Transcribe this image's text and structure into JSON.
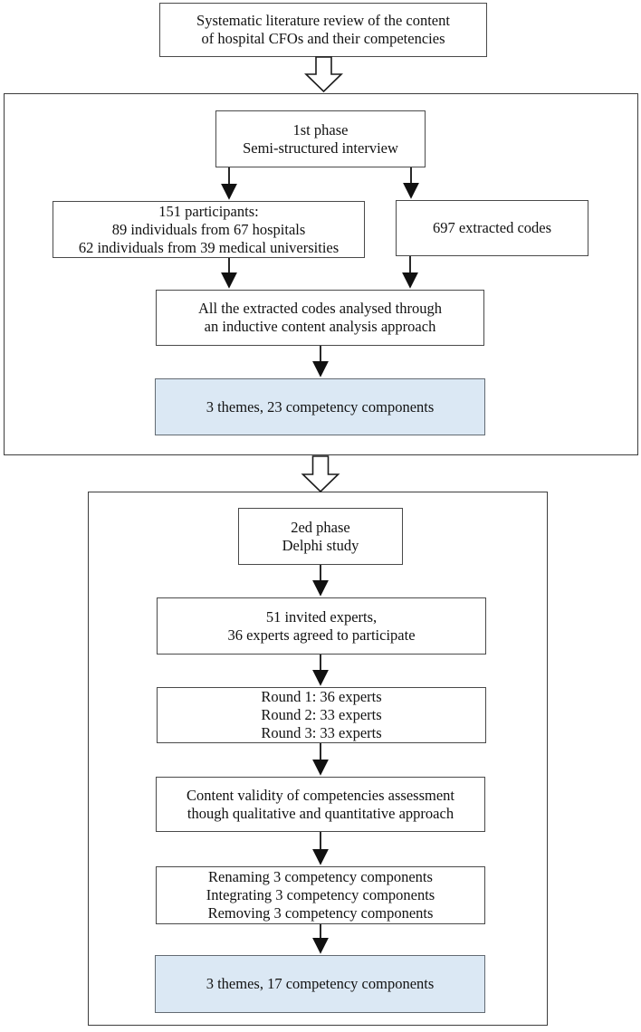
{
  "colors": {
    "highlight_fill": "#dbe8f4",
    "box_border": "#4a4a4a",
    "container_border": "#3d3d3d",
    "text": "#121212",
    "background": "#ffffff"
  },
  "top_box": {
    "lines": [
      "Systematic literature review of the content",
      "of hospital CFOs and their competencies"
    ]
  },
  "phase1": {
    "title_box": {
      "lines": [
        "1st phase",
        "Semi-structured interview"
      ]
    },
    "participants_box": {
      "lines": [
        "151 participants:",
        "89 individuals from 67 hospitals",
        "62 individuals from 39 medical universities"
      ]
    },
    "codes_box": {
      "lines": [
        "697 extracted codes"
      ]
    },
    "analysis_box": {
      "lines": [
        "All the extracted codes analysed through",
        "an inductive content analysis approach"
      ]
    },
    "result_box": {
      "lines": [
        "3 themes, 23 competency components"
      ]
    }
  },
  "phase2": {
    "title_box": {
      "lines": [
        "2ed phase",
        "Delphi study"
      ]
    },
    "experts_box": {
      "lines": [
        "51 invited experts,",
        "36 experts agreed to participate"
      ]
    },
    "rounds_box": {
      "lines": [
        "Round 1: 36 experts",
        "Round 2: 33 experts",
        "Round 3: 33 experts"
      ]
    },
    "validity_box": {
      "lines": [
        "Content validity of competencies assessment",
        "though qualitative and quantitative approach"
      ]
    },
    "revision_box": {
      "lines": [
        "Renaming 3 competency components",
        "Integrating 3 competency components",
        "Removing 3 competency components"
      ]
    },
    "result_box": {
      "lines": [
        "3 themes, 17 competency components"
      ]
    }
  }
}
